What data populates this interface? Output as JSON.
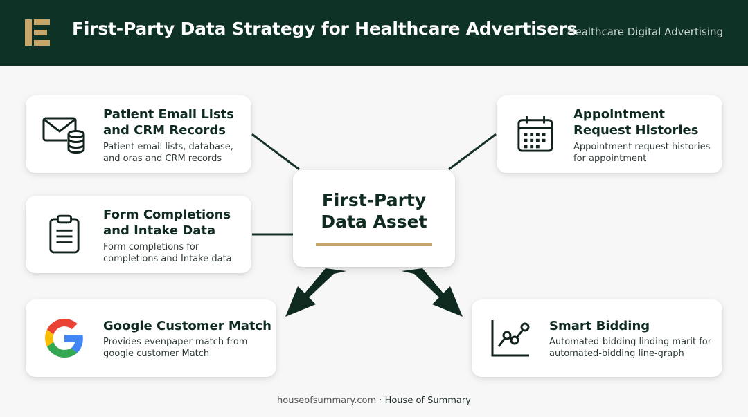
{
  "header": {
    "title": "First-Party Data Strategy for Healthcare Advertisers",
    "subtitle": "Healthcare Digital Advertising",
    "logo_icon": "house-of-summary-logo",
    "background_color": "#0e3226",
    "accent_color": "#c8a66a"
  },
  "center": {
    "title": "First-Party\nData Asset"
  },
  "cards": [
    {
      "id": "patient-email",
      "icon": "email-database-icon",
      "title": "Patient Email Lists\nand CRM Records",
      "description": "Patient email lists, database,\nand oras and CRM records"
    },
    {
      "id": "form-completions",
      "icon": "clipboard-icon",
      "title": "Form Completions\nand Intake Data",
      "description": "Form completions for\ncompletions and Intake data"
    },
    {
      "id": "appointment",
      "icon": "calendar-icon",
      "title": "Appointment\nRequest Histories",
      "description": "Appointment request histories\nfor appointment"
    },
    {
      "id": "google-match",
      "icon": "google-logo-icon",
      "title": "Google Customer Match",
      "description": "Provides evenpaper match from\ngoogle customer Match"
    },
    {
      "id": "smart-bidding",
      "icon": "line-graph-icon",
      "title": "Smart Bidding",
      "description": "Automated-bidding linding marit for\nautomated-bidding line-graph"
    }
  ],
  "footer": {
    "site": "houseofsummary.com",
    "separator": " · ",
    "brand": "House of Summary"
  }
}
